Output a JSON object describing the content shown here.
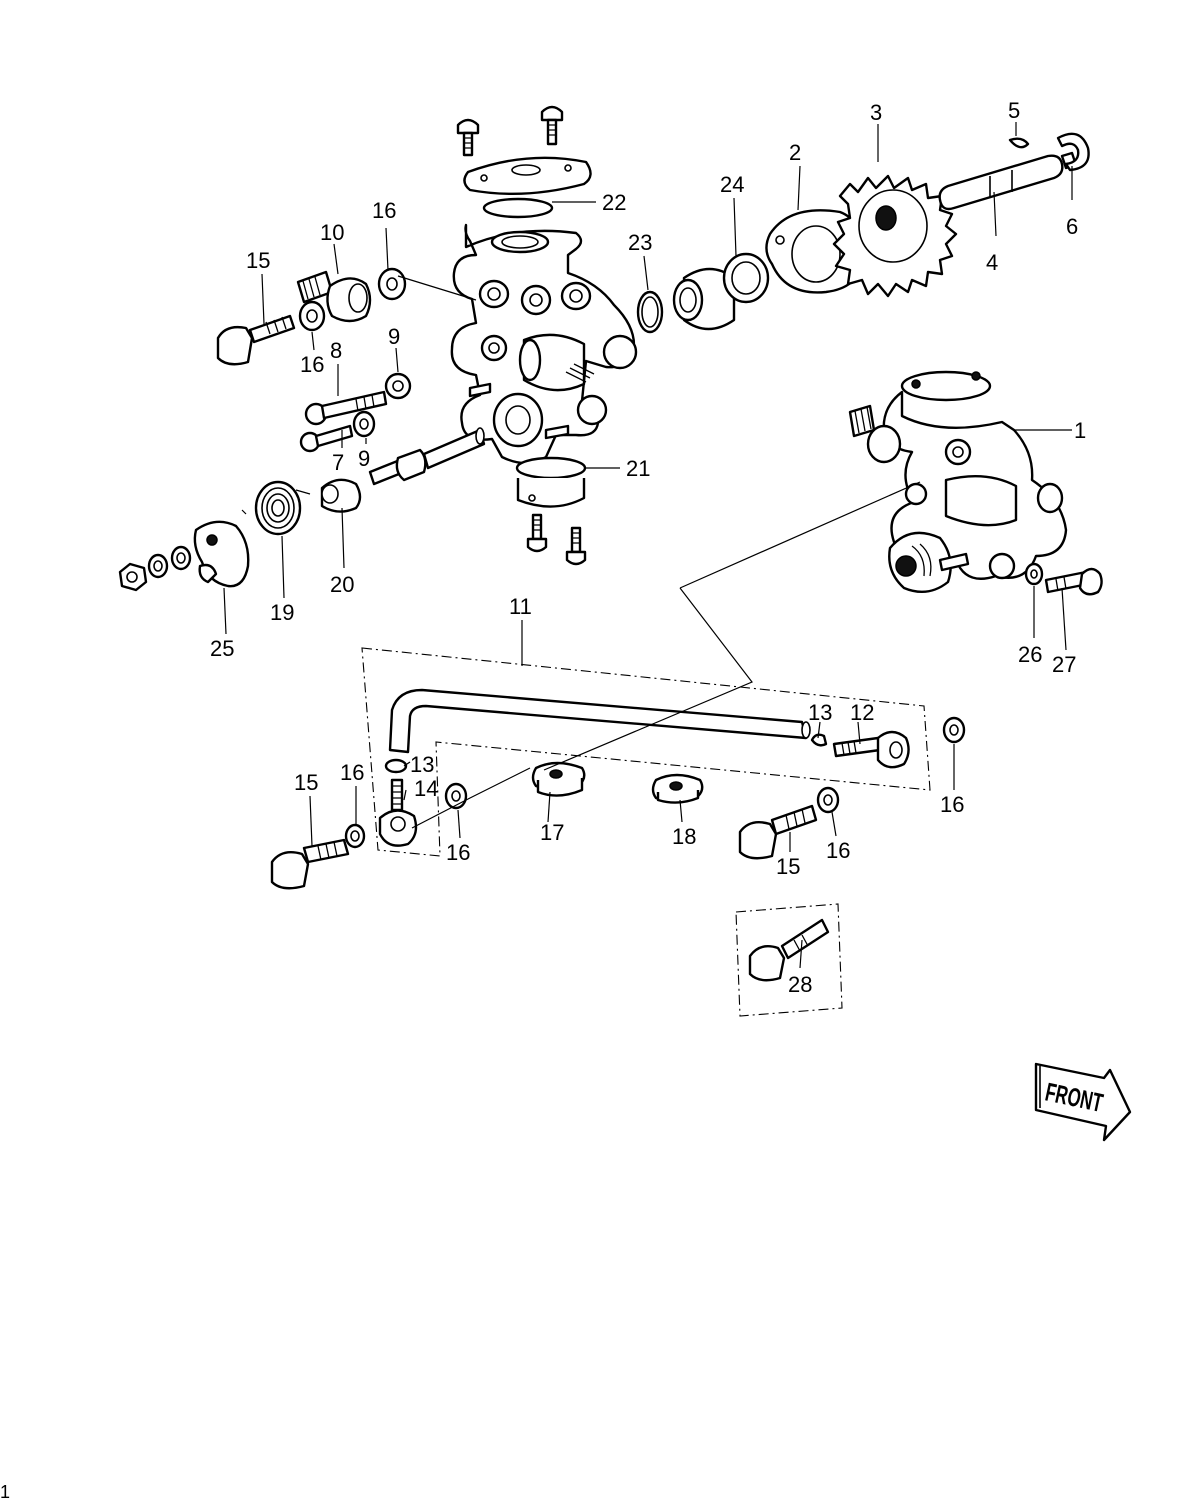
{
  "callouts": {
    "c1": "1",
    "c2": "2",
    "c3": "3",
    "c4": "4",
    "c5": "5",
    "c6": "6",
    "c7": "7",
    "c8": "8",
    "c9a": "9",
    "c9b": "9",
    "c10": "10",
    "c11": "11",
    "c12": "12",
    "c13a": "13",
    "c13b": "13",
    "c14": "14",
    "c15a": "15",
    "c15b": "15",
    "c15c": "15",
    "c16a": "16",
    "c16b": "16",
    "c16c": "16",
    "c16d": "16",
    "c16e": "16",
    "c16f": "16",
    "c17": "17",
    "c18": "18",
    "c19": "19",
    "c20": "20",
    "c21": "21",
    "c22": "22",
    "c23": "23",
    "c24": "24",
    "c25": "25",
    "c26": "26",
    "c27": "27",
    "c28": "28"
  },
  "front_badge": "FRONT",
  "page_number": "1"
}
